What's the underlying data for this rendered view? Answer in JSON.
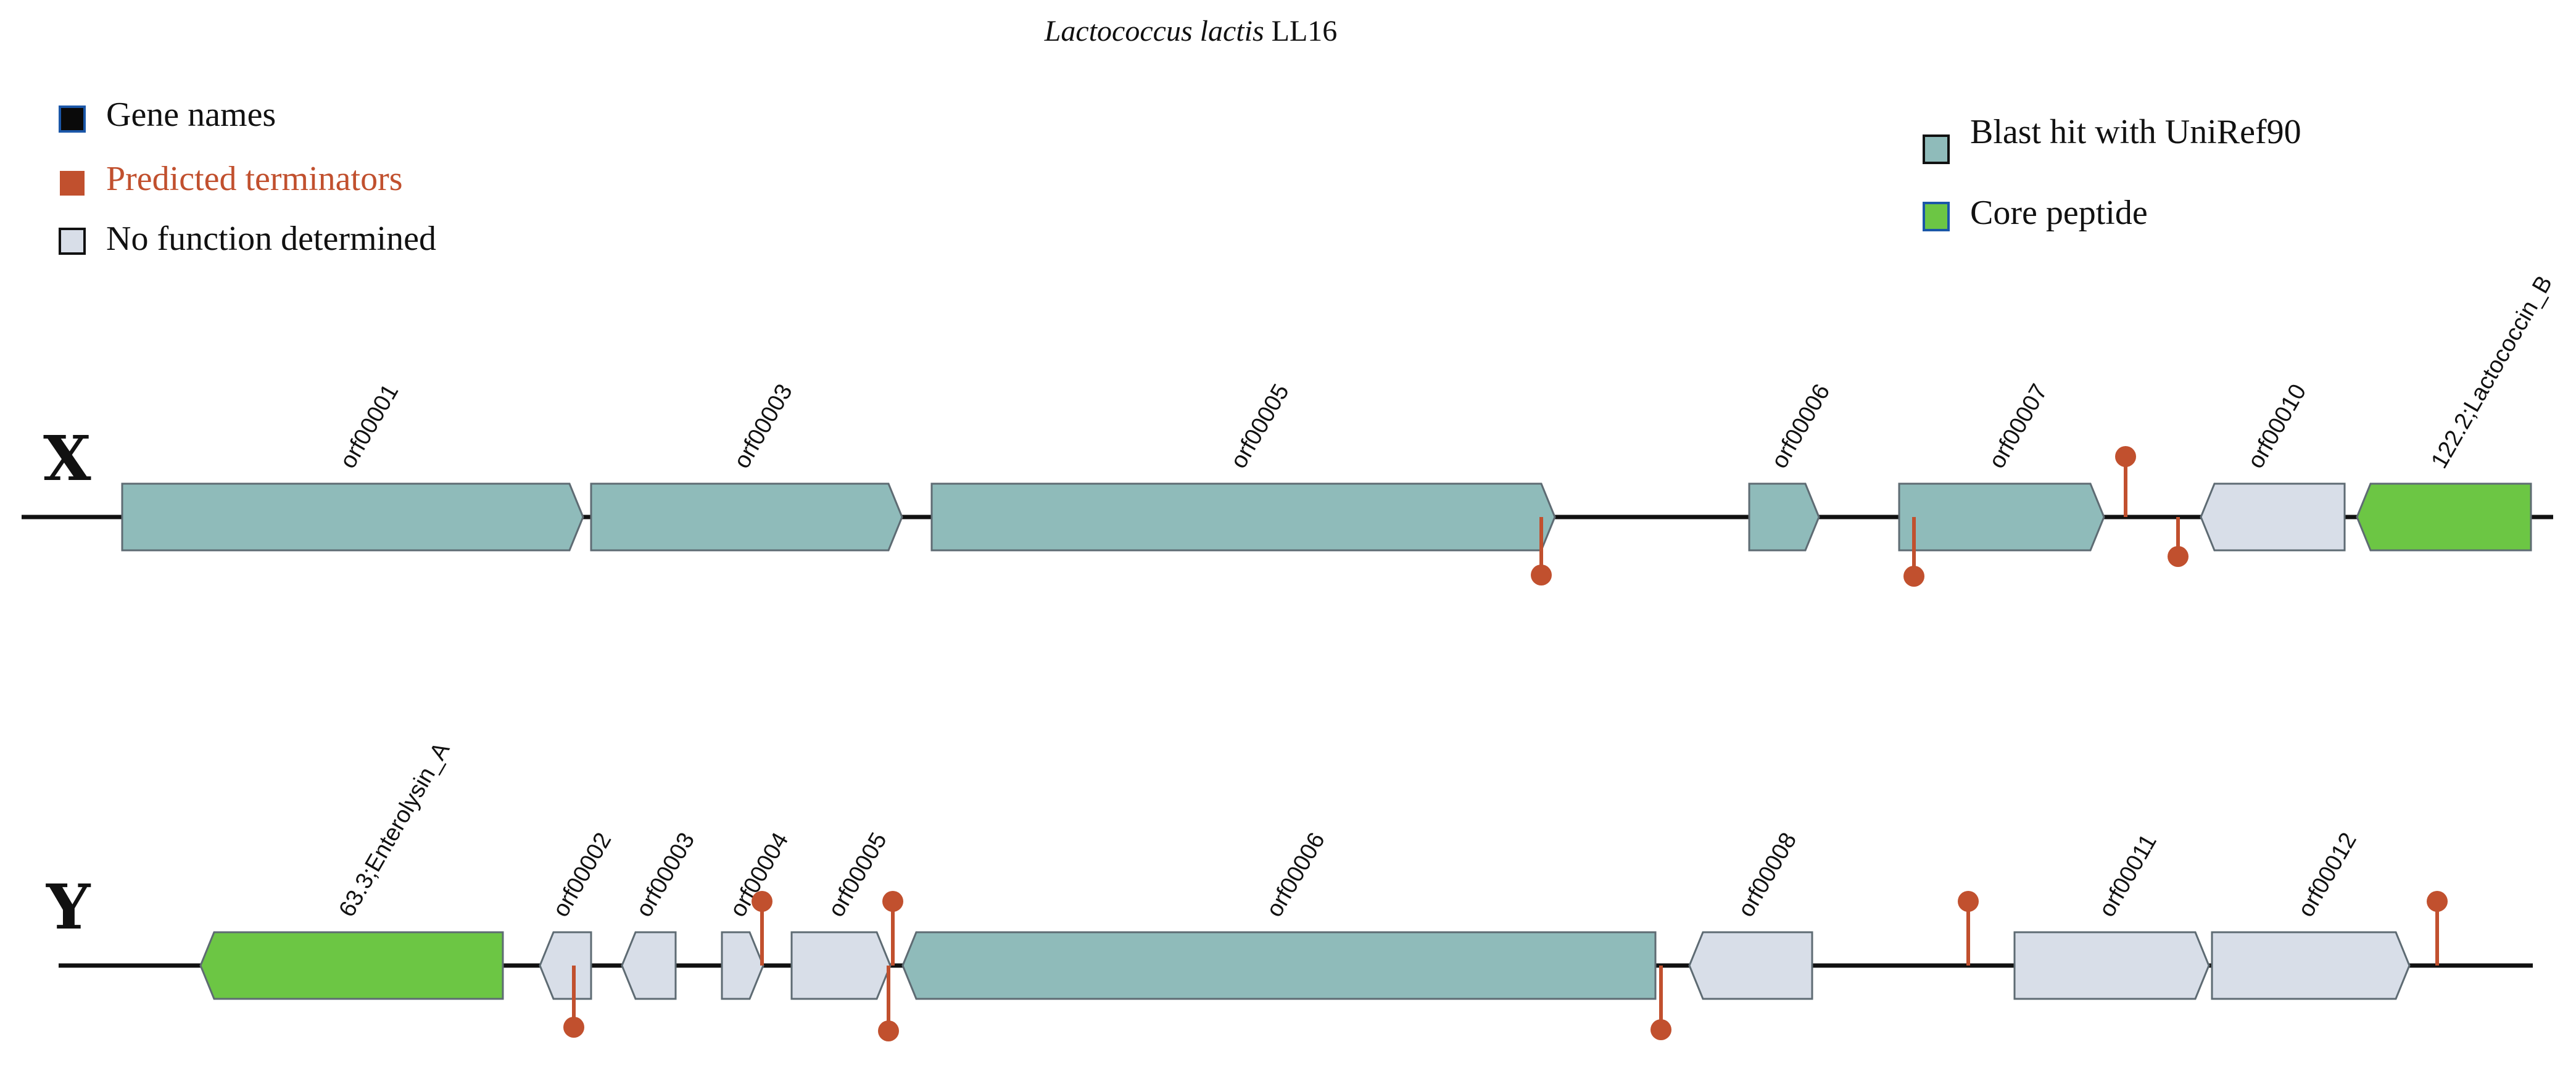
{
  "title": {
    "species": "Lactococcus lactis",
    "strain": "LL16"
  },
  "colors": {
    "blast": "#8fbbba",
    "core": "#6cc644",
    "nofunc": "#d8dee8",
    "terminator": "#c1502e",
    "gene_names": "#0a0a0a"
  },
  "legend_left": [
    {
      "label": "Gene names",
      "swatch": "#0a0a0a",
      "style": "text"
    },
    {
      "label": "Predicted terminators",
      "swatch": "#c1502e",
      "style": "term"
    },
    {
      "label": "No function determined",
      "swatch": "#d8dee8",
      "style": "text"
    }
  ],
  "legend_right": [
    {
      "label": "Blast hit with UniRef90",
      "swatch": "#8fbbba"
    },
    {
      "label": "Core peptide",
      "swatch": "#6cc644"
    }
  ],
  "tracks": [
    {
      "label": "X",
      "genes": [
        {
          "name": "orf00001",
          "type": "blast",
          "strand": "+"
        },
        {
          "name": "orf00003",
          "type": "blast",
          "strand": "+"
        },
        {
          "name": "orf00005",
          "type": "blast",
          "strand": "+"
        },
        {
          "name": "orf00006",
          "type": "blast",
          "strand": "+"
        },
        {
          "name": "orf00007",
          "type": "blast",
          "strand": "+"
        },
        {
          "name": "orf00010",
          "type": "nofunc",
          "strand": "-"
        },
        {
          "name": "122.2;Lactococcin_B",
          "type": "core",
          "strand": "-"
        }
      ],
      "terminators": [
        {
          "strand": "-"
        },
        {
          "strand": "-"
        },
        {
          "strand": "+"
        },
        {
          "strand": "-"
        }
      ]
    },
    {
      "label": "Y",
      "genes": [
        {
          "name": "63.3;Enterolysin_A",
          "type": "core",
          "strand": "-"
        },
        {
          "name": "orf00002",
          "type": "nofunc",
          "strand": "-"
        },
        {
          "name": "orf00003",
          "type": "nofunc",
          "strand": "-"
        },
        {
          "name": "orf00004",
          "type": "nofunc",
          "strand": "+"
        },
        {
          "name": "orf00005",
          "type": "nofunc",
          "strand": "+"
        },
        {
          "name": "orf00006",
          "type": "blast",
          "strand": "-"
        },
        {
          "name": "orf00008",
          "type": "nofunc",
          "strand": "-"
        },
        {
          "name": "orf00011",
          "type": "nofunc",
          "strand": "+"
        },
        {
          "name": "orf00012",
          "type": "nofunc",
          "strand": "+"
        }
      ],
      "terminators": [
        {
          "strand": "-"
        },
        {
          "strand": "+"
        },
        {
          "strand": "+"
        },
        {
          "strand": "-"
        },
        {
          "strand": "-"
        },
        {
          "strand": "+"
        },
        {
          "strand": "+"
        }
      ]
    }
  ]
}
